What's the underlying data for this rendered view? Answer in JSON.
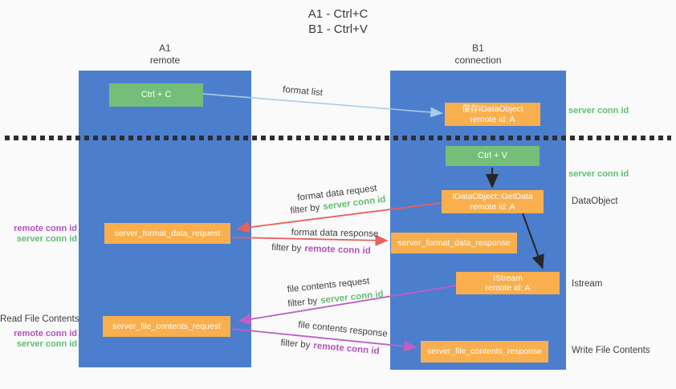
{
  "title": {
    "line1": "A1 - Ctrl+C",
    "line2": "B1 - Ctrl+V"
  },
  "lifelines": {
    "a1": {
      "name": "A1",
      "role": "remote"
    },
    "b1": {
      "name": "B1",
      "role": "connection"
    }
  },
  "nodes": {
    "ctrl_c": "Ctrl + C",
    "ctrl_v": "Ctrl + V",
    "save_idataobject": {
      "line1": "保存IDataObject",
      "line2": "remote id: A"
    },
    "getdata": {
      "line1": "IDataObject::GetData",
      "line2": "remote id: A"
    },
    "istream": {
      "line1": "IStream",
      "line2": "remote id: A"
    },
    "format_request": "server_format_data_request",
    "format_response": "server_format_data_response",
    "file_request": "server_file_contents_request",
    "file_response": "server_file_contents_response"
  },
  "edge_labels": {
    "format_list": "format list",
    "format_data_request": "format data request",
    "format_data_response": "format data response",
    "file_contents_request": "file contents request",
    "file_contents_response": "file contents response",
    "filter_by": "filter by"
  },
  "terms": {
    "server_conn_id": "server conn id",
    "remote_conn_id": "remote conn id"
  },
  "annotations": {
    "server_conn_id_top": "server conn id",
    "server_conn_id_mid": "server conn id",
    "dataobject": "DataObject",
    "istream": "Istream",
    "read_file_contents": "Read File Contents",
    "write_file_contents": "Write File Contents"
  },
  "colors": {
    "lifeline_blue": "#4C7ECE",
    "node_green": "#73BF79",
    "node_orange": "#F9AF4D",
    "arrow_light_blue": "#A7CBEA",
    "arrow_black": "#262626",
    "arrow_red": "#E5625C",
    "arrow_purple": "#BD5FC4",
    "text_green": "#5FBE6F",
    "text_purple": "#B551BC",
    "text_dark": "#3C3C3C",
    "divider_dark": "#2E2E2E"
  }
}
